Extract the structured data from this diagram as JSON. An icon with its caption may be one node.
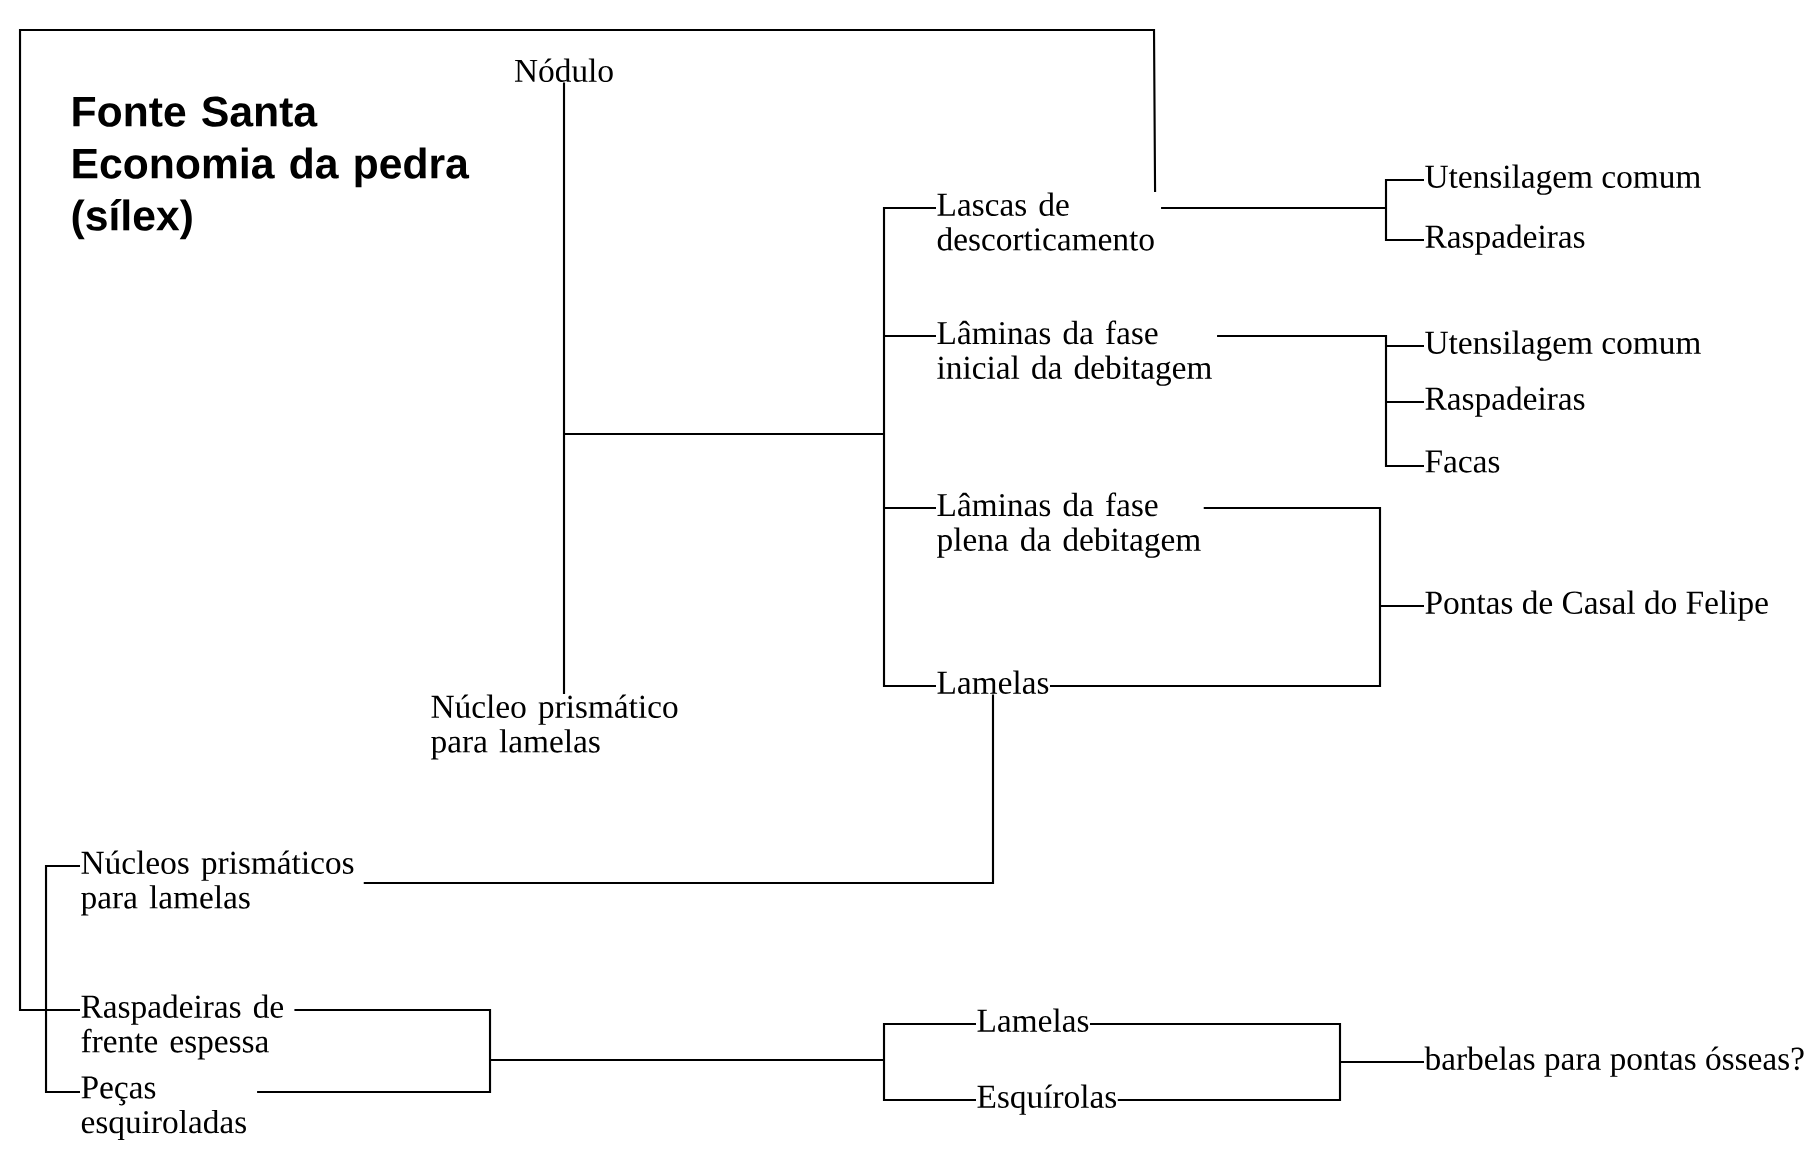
{
  "diagram": {
    "title": "Fonte Santa Economia da pedra (sílex)",
    "nodes": [
      {
        "text": [
          "Nódulo"
        ]
      },
      {
        "text": [
          "Lascas de descorticamento"
        ]
      },
      {
        "text": [
          "Lâminas da fase inicial da debitagem"
        ]
      },
      {
        "text": [
          "Lâminas da fase plena da debitagem"
        ]
      },
      {
        "text": [
          "Lamelas"
        ]
      },
      {
        "text": [
          "Utensilagem comum"
        ]
      },
      {
        "text": [
          "Raspadeiras"
        ]
      },
      {
        "text": [
          "Utensilagem comum"
        ]
      },
      {
        "text": [
          "Raspadeiras"
        ]
      },
      {
        "text": [
          "Facas"
        ]
      },
      {
        "text": [
          "Pontas de Casal do Felipe"
        ]
      },
      {
        "text": [
          "Núcleo prismático para lamelas"
        ]
      },
      {
        "text": [
          "Núcleos prismáticos para lamelas"
        ]
      },
      {
        "text": [
          "Raspadeiras de frente espessa"
        ]
      },
      {
        "text": [
          "Peças esquiroladas"
        ]
      },
      {
        "text": [
          "Lamelas"
        ]
      },
      {
        "text": [
          "Esquírolas"
        ]
      },
      {
        "text": [
          "barbelas para pontas ósseas?"
        ]
      }
    ],
    "edges": [
      {
        "from": 0,
        "to": 11,
        "arrow": "none"
      },
      {
        "from": 0,
        "to": 1,
        "arrow": "none"
      },
      {
        "from": 0,
        "to": 2,
        "arrow": "none"
      },
      {
        "from": 0,
        "to": 3,
        "arrow": "none"
      },
      {
        "from": 0,
        "to": 4,
        "arrow": "none"
      },
      {
        "from": 1,
        "to": 5,
        "arrow": "none"
      },
      {
        "from": 1,
        "to": 6,
        "arrow": "none"
      },
      {
        "from": 1,
        "to": 12,
        "arrow": "none"
      },
      {
        "from": 1,
        "to": 13,
        "arrow": "none"
      },
      {
        "from": 1,
        "to": 14,
        "arrow": "none"
      },
      {
        "from": 2,
        "to": 7,
        "arrow": "none"
      },
      {
        "from": 2,
        "to": 8,
        "arrow": "none"
      },
      {
        "from": 2,
        "to": 9,
        "arrow": "none"
      },
      {
        "from": 3,
        "to": 10,
        "arrow": "none"
      },
      {
        "from": 4,
        "to": 10,
        "arrow": "none"
      },
      {
        "from": 4,
        "to": 12,
        "arrow": "none"
      },
      {
        "from": 13,
        "to": 15,
        "arrow": "none"
      },
      {
        "from": 14,
        "to": 15,
        "arrow": "none"
      },
      {
        "from": 13,
        "to": 16,
        "arrow": "none"
      },
      {
        "from": 14,
        "to": 16,
        "arrow": "none"
      },
      {
        "from": 15,
        "to": 17,
        "arrow": "none"
      },
      {
        "from": 16,
        "to": 17,
        "arrow": "none"
      }
    ]
  }
}
